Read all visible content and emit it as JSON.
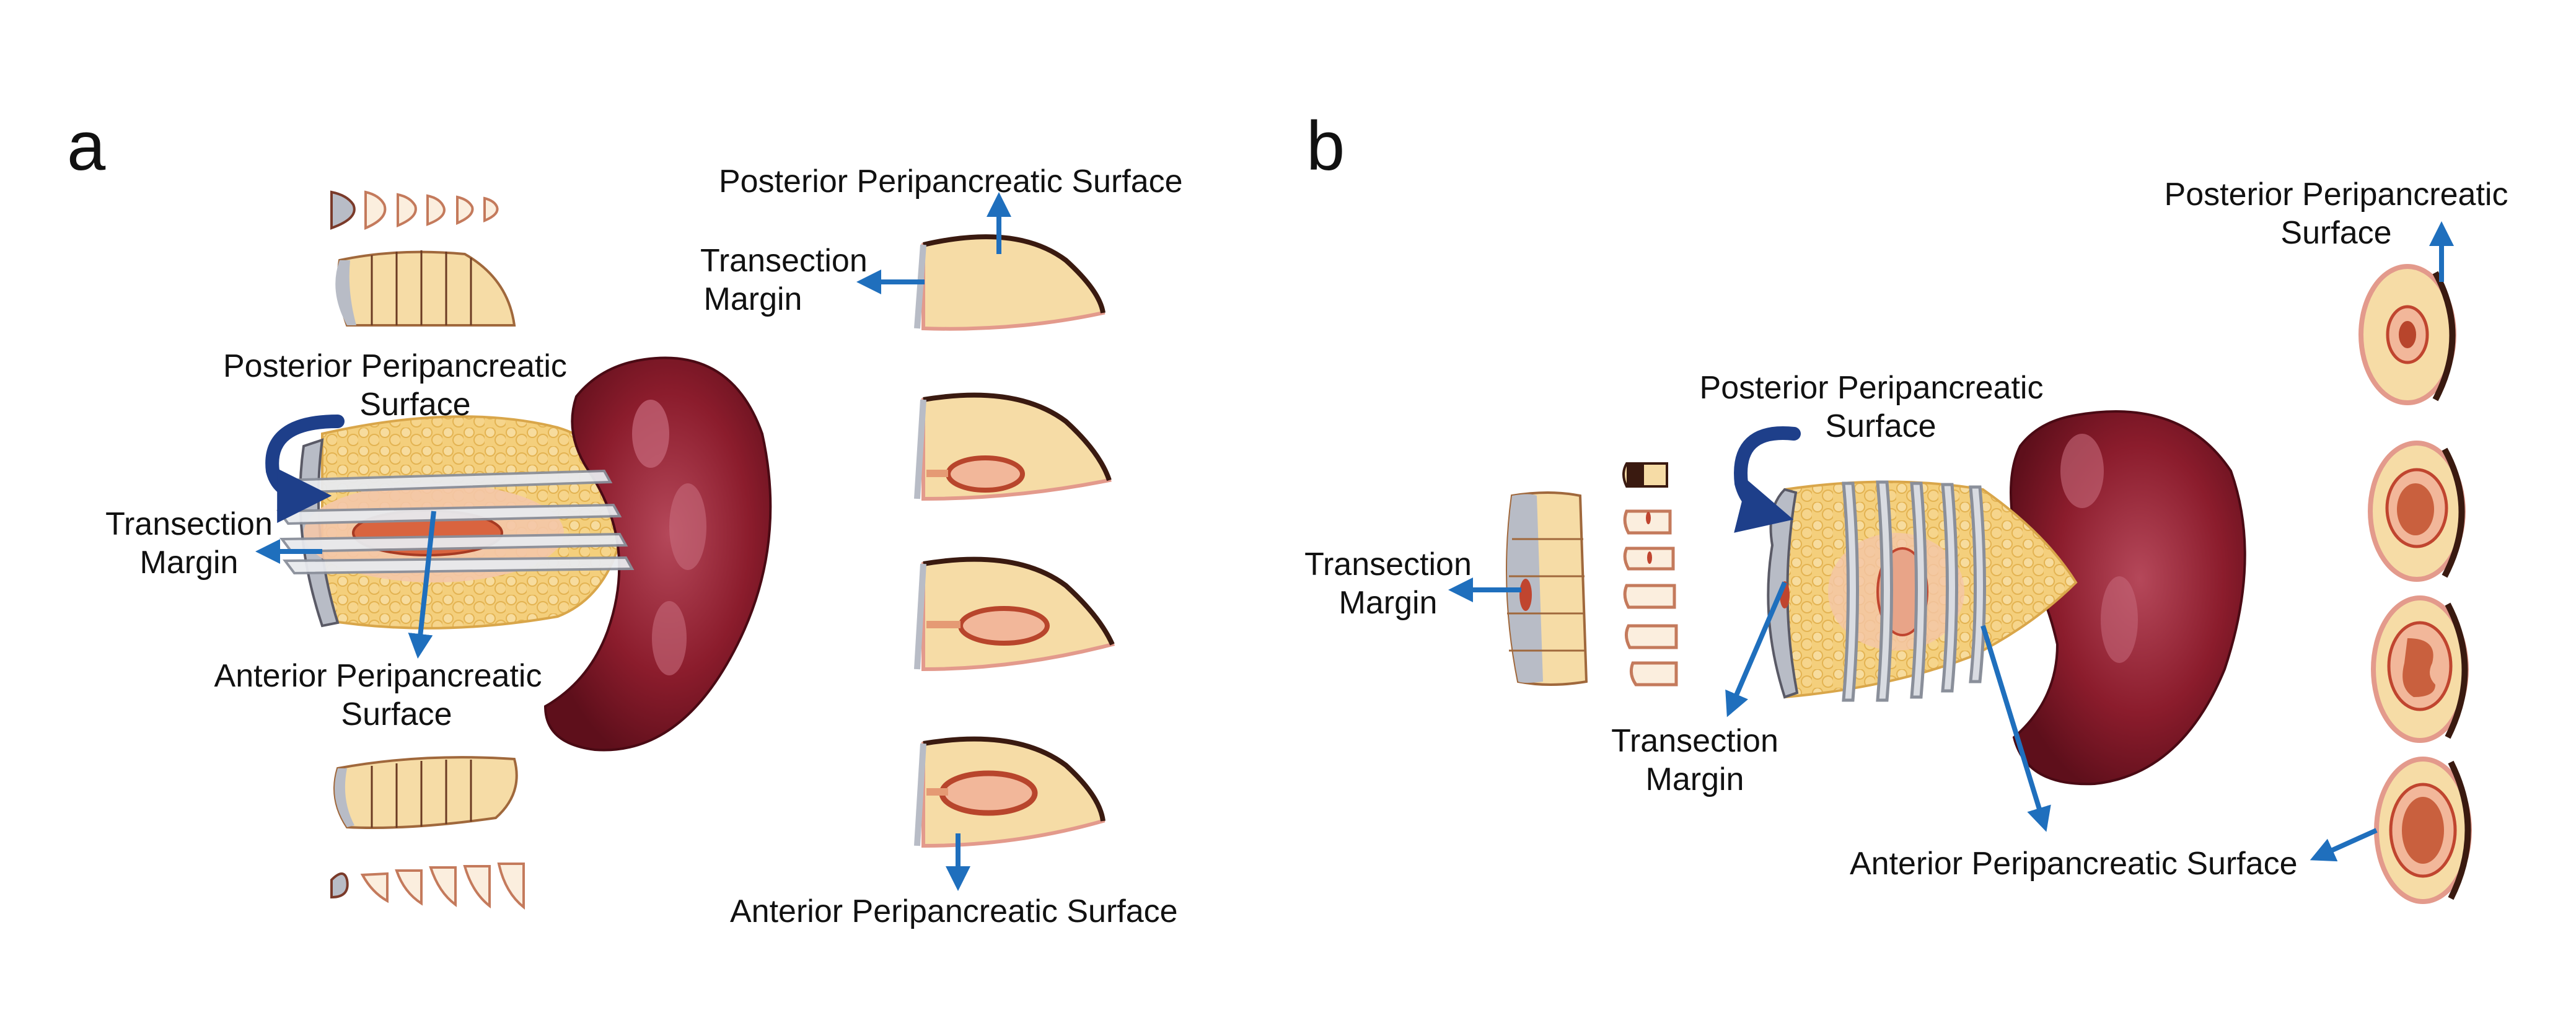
{
  "panels": {
    "a": {
      "letter": "a",
      "labels": {
        "posterior_top": "Posterior Peripancreatic Surface",
        "transection_top_1": "Transection",
        "transection_top_2": "Margin",
        "posterior_left_1": "Posterior Peripancreatic",
        "posterior_left_2": "Surface",
        "transection_left_1": "Transection",
        "transection_left_2": "Margin",
        "anterior_left_1": "Anterior Peripancreatic",
        "anterior_left_2": "Surface",
        "anterior_bottom": "Anterior Peripancreatic Surface"
      }
    },
    "b": {
      "letter": "b",
      "labels": {
        "posterior_right_1": "Posterior Peripancreatic",
        "posterior_right_2": "Surface",
        "posterior_mid_1": "Posterior Peripancreatic",
        "posterior_mid_2": "Surface",
        "transection_left_1": "Transection",
        "transection_left_2": "Margin",
        "transection_mid_1": "Transection",
        "transection_mid_2": "Margin",
        "anterior_bottom": "Anterior Peripancreatic Surface"
      }
    }
  },
  "colors": {
    "spleen": "#8b1c2c",
    "tissue": "#f6dca6",
    "fat": "#f2c45a",
    "margin_gray": "#b8bcc6",
    "tumor": "#c0452f",
    "arrow_blue": "#1f6fbd",
    "curved_arrow": "#1e3f8a",
    "outline_dark": "#3a1a10"
  }
}
